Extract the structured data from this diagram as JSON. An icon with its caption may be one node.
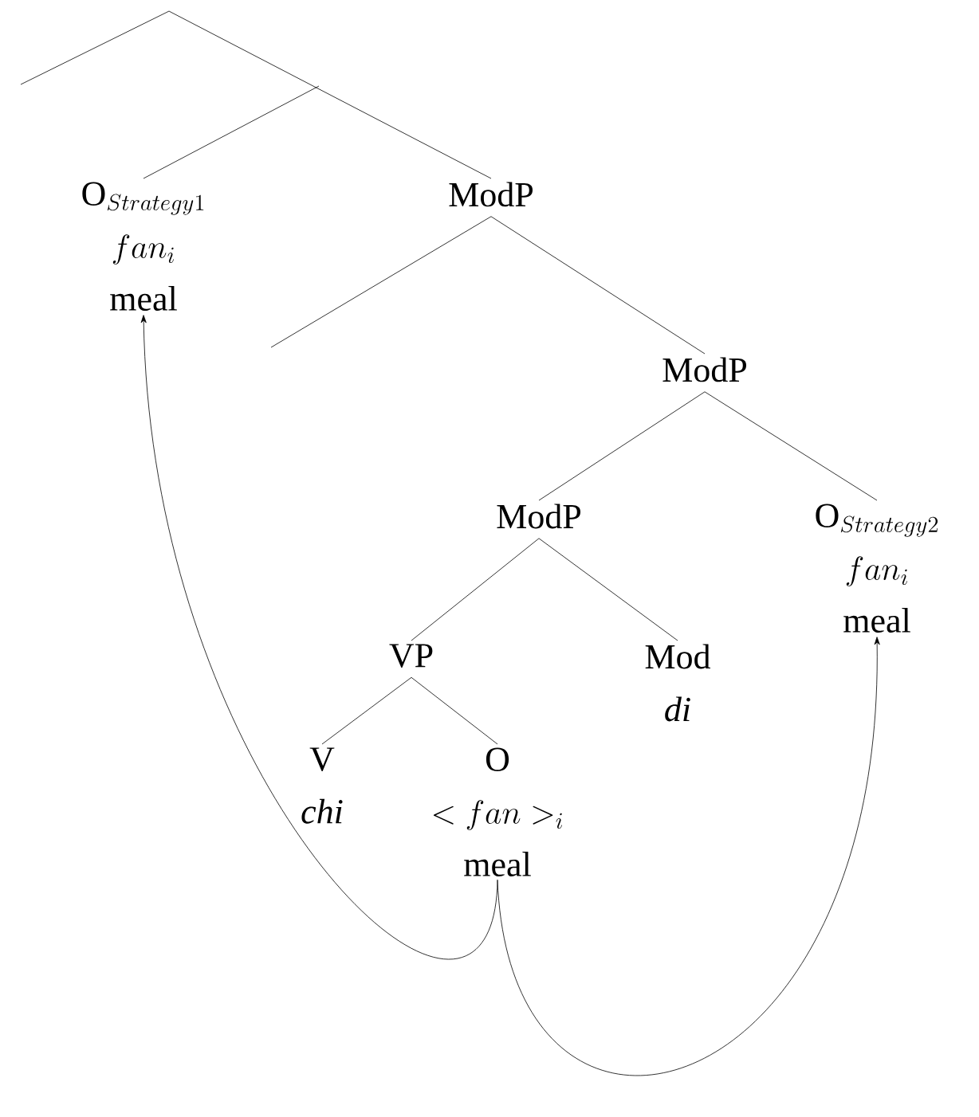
{
  "diagram": {
    "nodes": [
      {
        "text": [
          "\\mathrm{O}_{Strategy1}",
          "fan_{i}",
          "meal"
        ]
      },
      {
        "text": [
          "ModP"
        ]
      },
      {
        "text": [
          "ModP"
        ]
      },
      {
        "text": [
          "ModP"
        ]
      },
      {
        "text": [
          "\\mathrm{O}_{Strategy2}",
          "fan_{i}",
          "meal"
        ]
      },
      {
        "text": [
          "VP"
        ]
      },
      {
        "text": [
          "Mod",
          "di"
        ]
      },
      {
        "text": [
          "V",
          "chi"
        ]
      },
      {
        "text": [
          "O",
          "< fan >_{i}",
          "meal"
        ]
      }
    ],
    "edges": [
      {
        "from": null,
        "to": 1,
        "arrow": "none"
      },
      {
        "from": null,
        "to": 0,
        "arrow": "none"
      },
      {
        "from": 1,
        "to": 2,
        "arrow": "none"
      },
      {
        "from": 2,
        "to": 3,
        "arrow": "none"
      },
      {
        "from": 2,
        "to": 4,
        "arrow": "none"
      },
      {
        "from": 3,
        "to": 5,
        "arrow": "none"
      },
      {
        "from": 3,
        "to": 6,
        "arrow": "none"
      },
      {
        "from": 5,
        "to": 7,
        "arrow": "none"
      },
      {
        "from": 5,
        "to": 8,
        "arrow": "none"
      },
      {
        "from": 8,
        "to": 0,
        "arrow": "to"
      },
      {
        "from": 8,
        "to": 4,
        "arrow": "to"
      }
    ]
  }
}
